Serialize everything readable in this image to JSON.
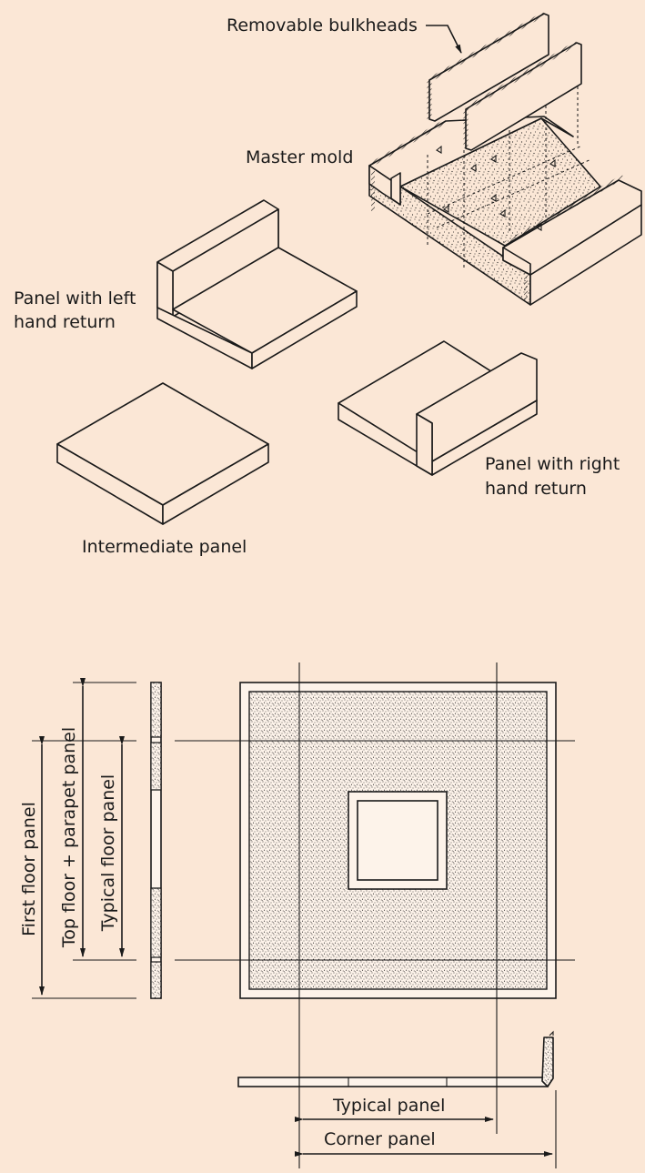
{
  "labels": {
    "removable_bulkheads": "Removable bulkheads",
    "master_mold": "Master mold",
    "panel_left_return_1": "Panel with left",
    "panel_left_return_2": "hand return",
    "panel_right_return_1": "Panel with right",
    "panel_right_return_2": "hand return",
    "intermediate_panel": "Intermediate panel",
    "first_floor_panel": "First floor panel",
    "top_floor_parapet_panel": "Top floor + parapet panel",
    "typical_floor_panel": "Typical floor panel",
    "typical_panel": "Typical panel",
    "corner_panel": "Corner panel"
  },
  "colors": {
    "background": "#fbe7d6",
    "line": "#1a1a1a"
  }
}
